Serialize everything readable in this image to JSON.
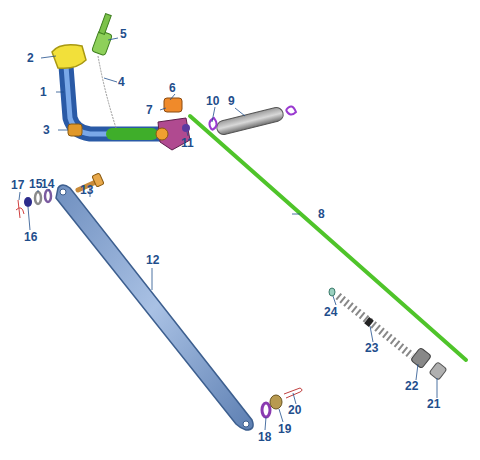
{
  "diagram": {
    "labels": [
      "2",
      "5",
      "4",
      "1",
      "6",
      "7",
      "10",
      "9",
      "3",
      "11",
      "17",
      "15",
      "14",
      "13",
      "8",
      "16",
      "12",
      "24",
      "23",
      "22",
      "21",
      "20",
      "19",
      "18"
    ]
  }
}
